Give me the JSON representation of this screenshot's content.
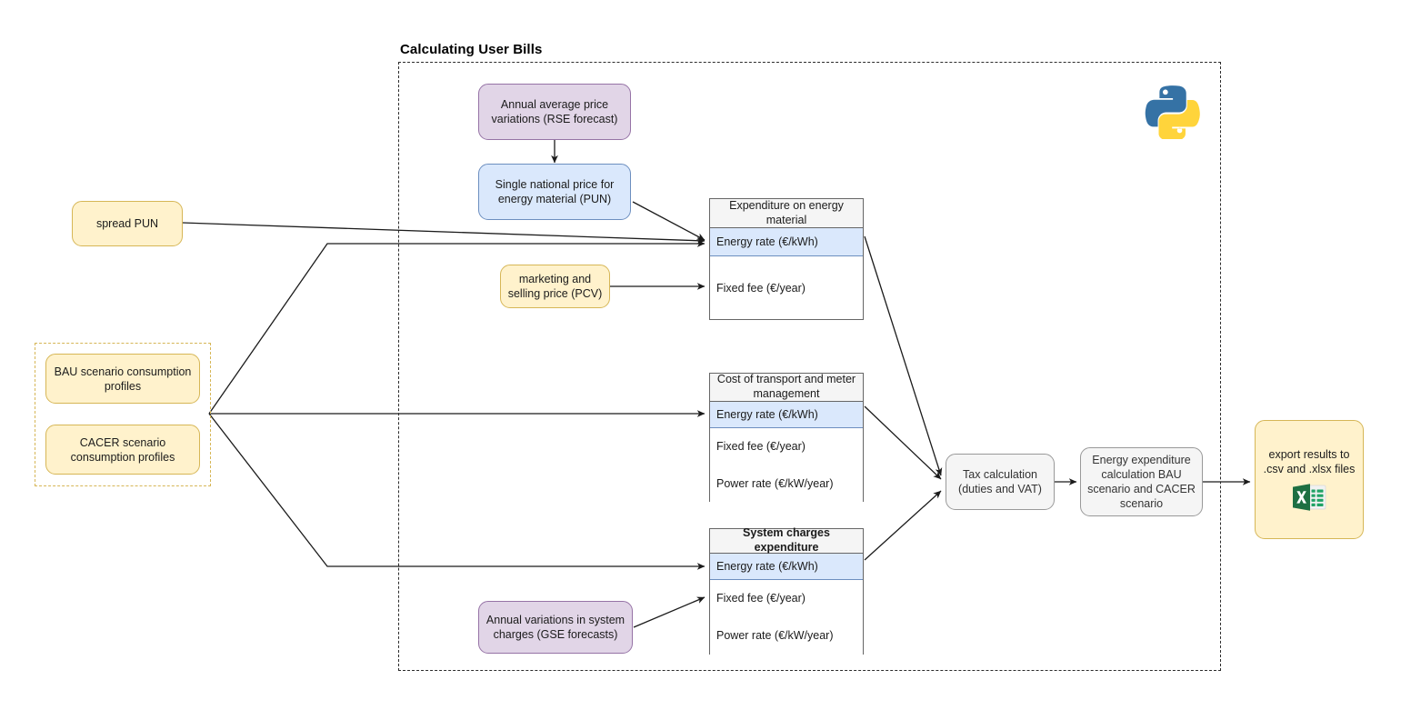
{
  "container": {
    "title": "Calculating User Bills"
  },
  "inputs": {
    "spread_pun": "spread PUN",
    "bau": "BAU scenario consumption profiles",
    "cacer": "CACER scenario consumption profiles"
  },
  "forecasts": {
    "rse": "Annual average price variations (RSE forecast)",
    "pun": "Single national price for energy material (PUN)",
    "pcv": "marketing and selling price (PCV)",
    "gse": "Annual variations in system charges (GSE forecasts)"
  },
  "tables": [
    {
      "header": "Expenditure on energy material",
      "header_bold": false,
      "rows": [
        {
          "label": "Energy rate (€/kWh)",
          "highlight": true
        },
        {
          "label": "Fixed fee (€/year)",
          "highlight": false
        }
      ]
    },
    {
      "header": "Cost of transport and meter management",
      "header_bold": false,
      "rows": [
        {
          "label": "Energy rate (€/kWh)",
          "highlight": true
        },
        {
          "label": "Fixed fee (€/year)",
          "highlight": false
        },
        {
          "label": "Power rate (€/kW/year)",
          "highlight": false
        }
      ]
    },
    {
      "header": "System charges expenditure",
      "header_bold": true,
      "rows": [
        {
          "label": "Energy rate (€/kWh)",
          "highlight": true
        },
        {
          "label": "Fixed fee (€/year)",
          "highlight": false
        },
        {
          "label": "Power rate (€/kW/year)",
          "highlight": false
        }
      ]
    }
  ],
  "process": {
    "tax": "Tax calculation (duties and VAT)",
    "energy_expenditure": "Energy expenditure calculation BAU scenario and CACER scenario"
  },
  "output": {
    "export": "export results to .csv and .xlsx files"
  },
  "icons": {
    "python": "python-logo",
    "excel": "excel-logo"
  },
  "colors": {
    "yellow_fill": "#fff2cc",
    "yellow_stroke": "#d6b656",
    "purple_fill": "#e1d5e7",
    "purple_stroke": "#9673a6",
    "blue_fill": "#dae8fc",
    "blue_stroke": "#6c8ebf",
    "grey_fill": "#f5f5f5",
    "grey_stroke": "#999999",
    "edge": "#1b1b1b"
  }
}
